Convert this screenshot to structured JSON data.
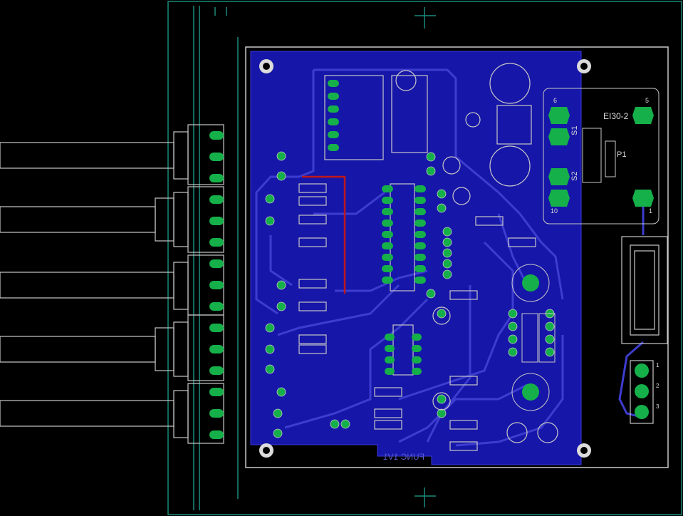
{
  "board": {
    "component_name": "EI30-2",
    "switch_1": "S1",
    "switch_2": "S2",
    "pot_label": "P1",
    "pin_6": "6",
    "pin_5": "5",
    "pin_10": "10",
    "pin_1": "1",
    "bottom_text": "FUNC 1V1",
    "terminal": [
      "1",
      "2",
      "3"
    ]
  },
  "colors": {
    "background": "#000000",
    "copper_pour": "#1616a8",
    "trace": "#3d3dd0",
    "pad": "#16b04a",
    "outline": "#c8c8c8",
    "frame": "#1a8a7a",
    "silk": "#d8d8d8",
    "top_trace": "#c01818"
  }
}
